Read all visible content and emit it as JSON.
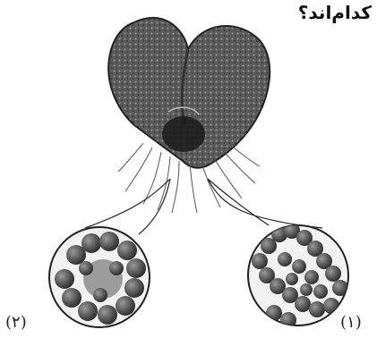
{
  "question_fragment": "کدام‌اند؟",
  "labels": {
    "left": "(۲)",
    "right": "(۱)"
  },
  "colors": {
    "ink": "#222222",
    "organ": "#4a4a4a",
    "cell": "#555555"
  }
}
